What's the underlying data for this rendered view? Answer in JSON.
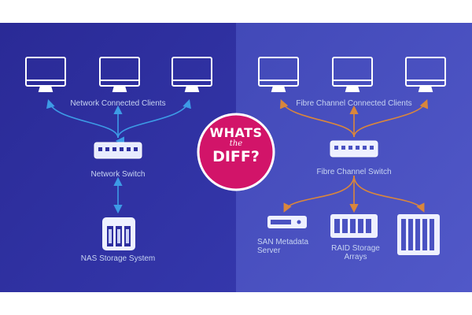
{
  "badge": {
    "line1": "WHATS",
    "line2": "the",
    "line3": "DIFF?"
  },
  "left_panel": {
    "clients_label": "Network Connected Clients",
    "switch_label": "Network Switch",
    "storage_label": "NAS Storage System",
    "arrow_color": "#3d9be6"
  },
  "right_panel": {
    "clients_label": "Fibre Channel Connected Clients",
    "switch_label": "Fibre Channel Switch",
    "metadata_label": "SAN Metadata Server",
    "raid_label": "RAID Storage Arrays",
    "arrow_color": "#d9863c"
  },
  "colors": {
    "left_bg": "#2e2fa0",
    "right_bg": "#4a52c2",
    "badge": "#d21469",
    "icon": "#ffffff"
  }
}
